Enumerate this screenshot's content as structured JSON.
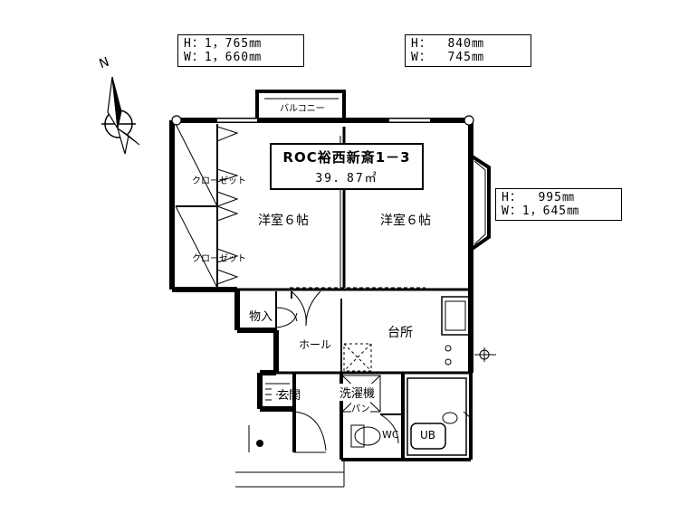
{
  "property": {
    "name": "ROC裕西新斎1－3",
    "area": "39．87㎡"
  },
  "dimensions": [
    {
      "h": "H：1，765㎜",
      "w": "W：1，660㎜"
    },
    {
      "h": "H：  840㎜",
      "w": "W：  745㎜"
    },
    {
      "h": "H：  995㎜",
      "w": "W：1，645㎜"
    }
  ],
  "compass": {
    "label": "N"
  },
  "rooms": {
    "balcony": "バルコニー",
    "closet_upper": "クローゼット",
    "closet_lower": "クローゼット",
    "western_left": "洋室６帖",
    "western_right": "洋室６帖",
    "storage": "物入",
    "hall": "ホール",
    "kitchen": "台所",
    "entrance": "玄関",
    "washer": "洗濯機",
    "washer_pan": "パン",
    "wc": "WC",
    "ub": "UB"
  }
}
